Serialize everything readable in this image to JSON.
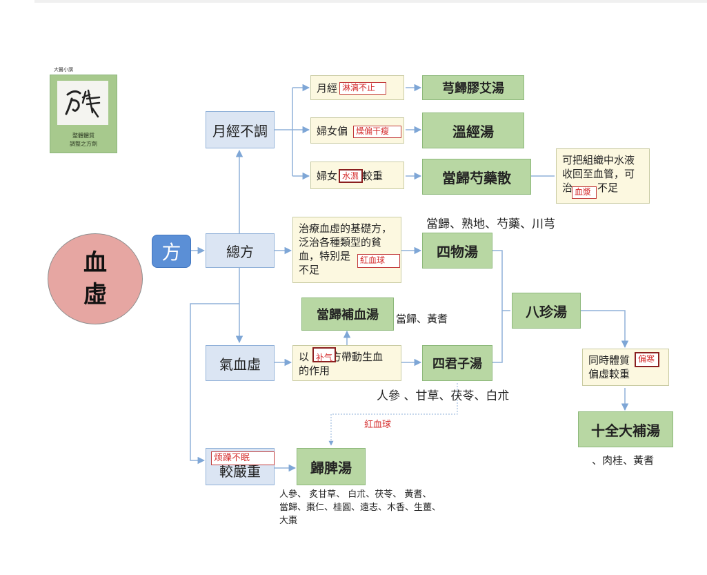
{
  "logo": {
    "tag": "大醫小講",
    "calligraphy": "方律",
    "line1": "整體體質",
    "line2": "調整之方劑"
  },
  "center": {
    "line1": "血",
    "line2": "虛"
  },
  "fang": "方",
  "level1": {
    "yuejing": "月經不調",
    "zongfang": "總方",
    "qixue": "氣血虛",
    "severe": "較嚴重"
  },
  "yuejing_branches": [
    {
      "pre": "月經",
      "red": "淋漓不止",
      "post": "",
      "formula": "芎歸膠艾湯"
    },
    {
      "pre": "婦女偏",
      "red": "燥偏干瘦",
      "post": "",
      "formula": "溫經湯"
    },
    {
      "pre": "婦女",
      "red": "水濕",
      "post": "較重",
      "formula": "當歸芍藥散"
    }
  ],
  "danggui_note": {
    "l1": "可把組織中水液",
    "l2": "收回至血管，可",
    "pre": "治",
    "red": "血漿",
    "post": "不足"
  },
  "zongfang_note": {
    "l1": "治療血虛的基礎方，",
    "l2": "泛治各種類型的貧",
    "l3pre": "血，特別是",
    "red": "紅血球",
    "l4": "不足"
  },
  "siwu": {
    "name": "四物湯",
    "herbs": "當歸、熟地、芍藥、川芎"
  },
  "danggui_buxue": {
    "name": "當歸補血湯",
    "herbs": "當歸、黃耆"
  },
  "qixue_note": {
    "pre": "以",
    "red": "补气",
    "post": "方帶動生血",
    "l2": "的作用"
  },
  "sijunzi": {
    "name": "四君子湯",
    "herbs": "人參 、甘草、茯苓、白朮"
  },
  "bazhen": {
    "name": "八珍湯"
  },
  "bazhen_note": {
    "l1pre": "同時體質",
    "red": "偏寒",
    "l2": "偏虛較重"
  },
  "shiquan": {
    "name": "十全大補湯",
    "herbs": "、肉桂、黃耆"
  },
  "hongxueqiu_label": "紅血球",
  "severe_red": "烦躁不眠",
  "guipi": {
    "name": "歸脾湯",
    "herbs1": "人參、 炙甘草、 白朮、茯苓、 黃耆、",
    "herbs2": "當歸、棗仁、桂圓、遠志、木香、生薑、",
    "herbs3": "大棗"
  }
}
